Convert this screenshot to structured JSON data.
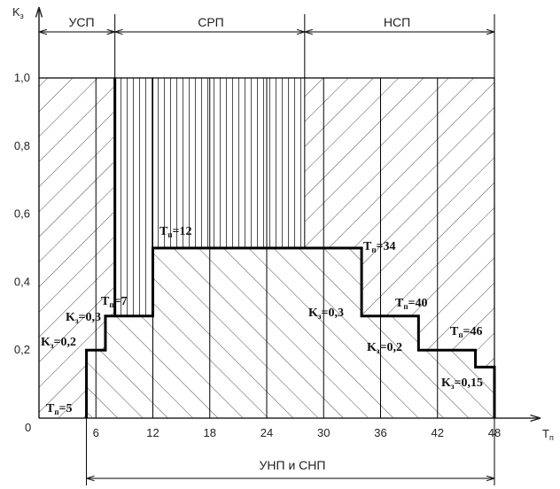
{
  "axes": {
    "y_label": "K",
    "y_label_sub": "з",
    "x_label": "T",
    "x_label_sub": "п",
    "origin": "0"
  },
  "zones": {
    "usp": "УСП",
    "srp": "СРП",
    "nsp": "НСП",
    "unp_snp": "УНП и СНП"
  },
  "annotations": {
    "tp5": {
      "pre": "T",
      "sub": "п",
      "post": "=5"
    },
    "tp7": {
      "pre": "T",
      "sub": "п",
      "post": "=7"
    },
    "tp12": {
      "pre": "T",
      "sub": "п",
      "post": "=12"
    },
    "tp34": {
      "pre": "T",
      "sub": "п",
      "post": "=34"
    },
    "tp40": {
      "pre": "T",
      "sub": "п",
      "post": "=40"
    },
    "tp46": {
      "pre": "T",
      "sub": "п",
      "post": "=46"
    },
    "kz02_left": {
      "pre": "K",
      "sub": "з",
      "post": "=0,2"
    },
    "kz03_left": {
      "pre": "K",
      "sub": "з",
      "post": "=0,3"
    },
    "kz03_right": {
      "pre": "K",
      "sub": "з",
      "post": "=0,3"
    },
    "kz02_right": {
      "pre": "K",
      "sub": "з",
      "post": "=0,2"
    },
    "kz015": {
      "pre": "K",
      "sub": "з",
      "post": "=0,15"
    }
  },
  "chart_data": {
    "type": "line",
    "x_ticks": [
      "6",
      "12",
      "18",
      "24",
      "30",
      "36",
      "42",
      "48"
    ],
    "x_tick_values": [
      6,
      12,
      18,
      24,
      30,
      36,
      42,
      48
    ],
    "y_ticks": [
      "0,2",
      "0,4",
      "0,6",
      "0,8",
      "1,0"
    ],
    "y_tick_values": [
      0.2,
      0.4,
      0.6,
      0.8,
      1.0
    ],
    "xlim": [
      0,
      48
    ],
    "ylim": [
      0,
      1.0
    ],
    "zone_bounds": {
      "usp": [
        0,
        8
      ],
      "srp": [
        8,
        28
      ],
      "nsp": [
        28,
        48
      ],
      "unp_snp": [
        5,
        48
      ]
    },
    "boundary_points": [
      [
        5,
        0
      ],
      [
        5,
        0.2
      ],
      [
        7,
        0.2
      ],
      [
        7,
        0.3
      ],
      [
        12,
        0.3
      ],
      [
        12,
        0.5
      ],
      [
        34,
        0.5
      ],
      [
        34,
        0.3
      ],
      [
        40,
        0.3
      ],
      [
        40,
        0.2
      ],
      [
        46,
        0.2
      ],
      [
        46,
        0.15
      ],
      [
        48,
        0.15
      ],
      [
        48,
        0
      ]
    ],
    "vertical_bound": [
      8,
      0.3,
      1.0
    ]
  }
}
